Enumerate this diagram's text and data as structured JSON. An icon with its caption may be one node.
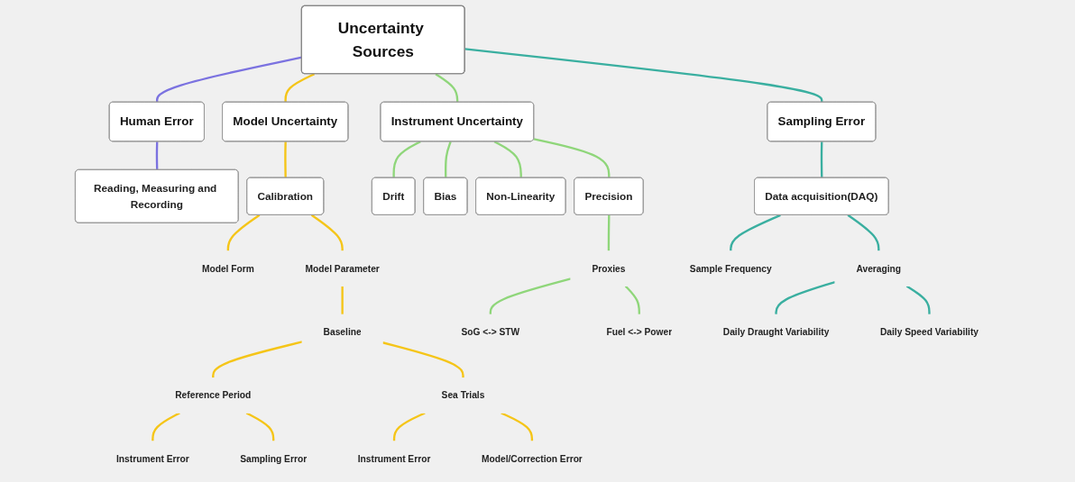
{
  "diagram": {
    "nodes": [
      {
        "text": [
          "Uncertainty Sources"
        ]
      },
      {
        "text": [
          "Human Error"
        ]
      },
      {
        "text": [
          "Model Uncertainty"
        ]
      },
      {
        "text": [
          "Instrument Uncertainty"
        ]
      },
      {
        "text": [
          "Sampling Error"
        ]
      },
      {
        "text": [
          "Reading, Measuring and Recording"
        ]
      },
      {
        "text": [
          "Calibration"
        ]
      },
      {
        "text": [
          "Drift"
        ]
      },
      {
        "text": [
          "Bias"
        ]
      },
      {
        "text": [
          "Non-Linearity"
        ]
      },
      {
        "text": [
          "Precision"
        ]
      },
      {
        "text": [
          "Data acquisition(DAQ)"
        ]
      },
      {
        "text": [
          "Model Form"
        ]
      },
      {
        "text": [
          "Model Parameter"
        ]
      },
      {
        "text": [
          "Proxies"
        ]
      },
      {
        "text": [
          "Sample Frequency"
        ]
      },
      {
        "text": [
          "Averaging"
        ]
      },
      {
        "text": [
          "Baseline"
        ]
      },
      {
        "text": [
          "SoG <-> STW"
        ]
      },
      {
        "text": [
          "Fuel <-> Power"
        ]
      },
      {
        "text": [
          "Daily Draught Variability"
        ]
      },
      {
        "text": [
          "Daily Speed Variability"
        ]
      },
      {
        "text": [
          "Reference Period"
        ]
      },
      {
        "text": [
          "Sea Trials"
        ]
      },
      {
        "text": [
          "Instrument Error"
        ]
      },
      {
        "text": [
          "Sampling Error"
        ]
      },
      {
        "text": [
          "Instrument Error"
        ]
      },
      {
        "text": [
          "Model/Correction Error"
        ]
      }
    ],
    "edges": [
      {
        "from": 0,
        "to": 1,
        "arrow": "none",
        "color": "#7b72e0"
      },
      {
        "from": 0,
        "to": 2,
        "arrow": "none",
        "color": "#f5c518"
      },
      {
        "from": 0,
        "to": 3,
        "arrow": "none",
        "color": "#8fd67a"
      },
      {
        "from": 0,
        "to": 4,
        "arrow": "none",
        "color": "#3aafa0"
      },
      {
        "from": 1,
        "to": 5,
        "arrow": "none",
        "color": "#7b72e0"
      },
      {
        "from": 2,
        "to": 6,
        "arrow": "none",
        "color": "#f5c518"
      },
      {
        "from": 3,
        "to": 7,
        "arrow": "none",
        "color": "#8fd67a"
      },
      {
        "from": 3,
        "to": 8,
        "arrow": "none",
        "color": "#8fd67a"
      },
      {
        "from": 3,
        "to": 9,
        "arrow": "none",
        "color": "#8fd67a"
      },
      {
        "from": 3,
        "to": 10,
        "arrow": "none",
        "color": "#8fd67a"
      },
      {
        "from": 4,
        "to": 11,
        "arrow": "none",
        "color": "#3aafa0"
      },
      {
        "from": 6,
        "to": 12,
        "arrow": "none",
        "color": "#f5c518"
      },
      {
        "from": 6,
        "to": 13,
        "arrow": "none",
        "color": "#f5c518"
      },
      {
        "from": 10,
        "to": 14,
        "arrow": "none",
        "color": "#8fd67a"
      },
      {
        "from": 11,
        "to": 15,
        "arrow": "none",
        "color": "#3aafa0"
      },
      {
        "from": 11,
        "to": 16,
        "arrow": "none",
        "color": "#3aafa0"
      },
      {
        "from": 13,
        "to": 17,
        "arrow": "none",
        "color": "#f5c518"
      },
      {
        "from": 14,
        "to": 18,
        "arrow": "none",
        "color": "#8fd67a"
      },
      {
        "from": 14,
        "to": 19,
        "arrow": "none",
        "color": "#8fd67a"
      },
      {
        "from": 16,
        "to": 20,
        "arrow": "none",
        "color": "#3aafa0"
      },
      {
        "from": 16,
        "to": 21,
        "arrow": "none",
        "color": "#3aafa0"
      },
      {
        "from": 17,
        "to": 22,
        "arrow": "none",
        "color": "#f5c518"
      },
      {
        "from": 17,
        "to": 23,
        "arrow": "none",
        "color": "#f5c518"
      },
      {
        "from": 22,
        "to": 24,
        "arrow": "none",
        "color": "#f5c518"
      },
      {
        "from": 22,
        "to": 25,
        "arrow": "none",
        "color": "#f5c518"
      },
      {
        "from": 23,
        "to": 26,
        "arrow": "none",
        "color": "#f5c518"
      },
      {
        "from": 23,
        "to": 27,
        "arrow": "none",
        "color": "#f5c518"
      }
    ]
  }
}
